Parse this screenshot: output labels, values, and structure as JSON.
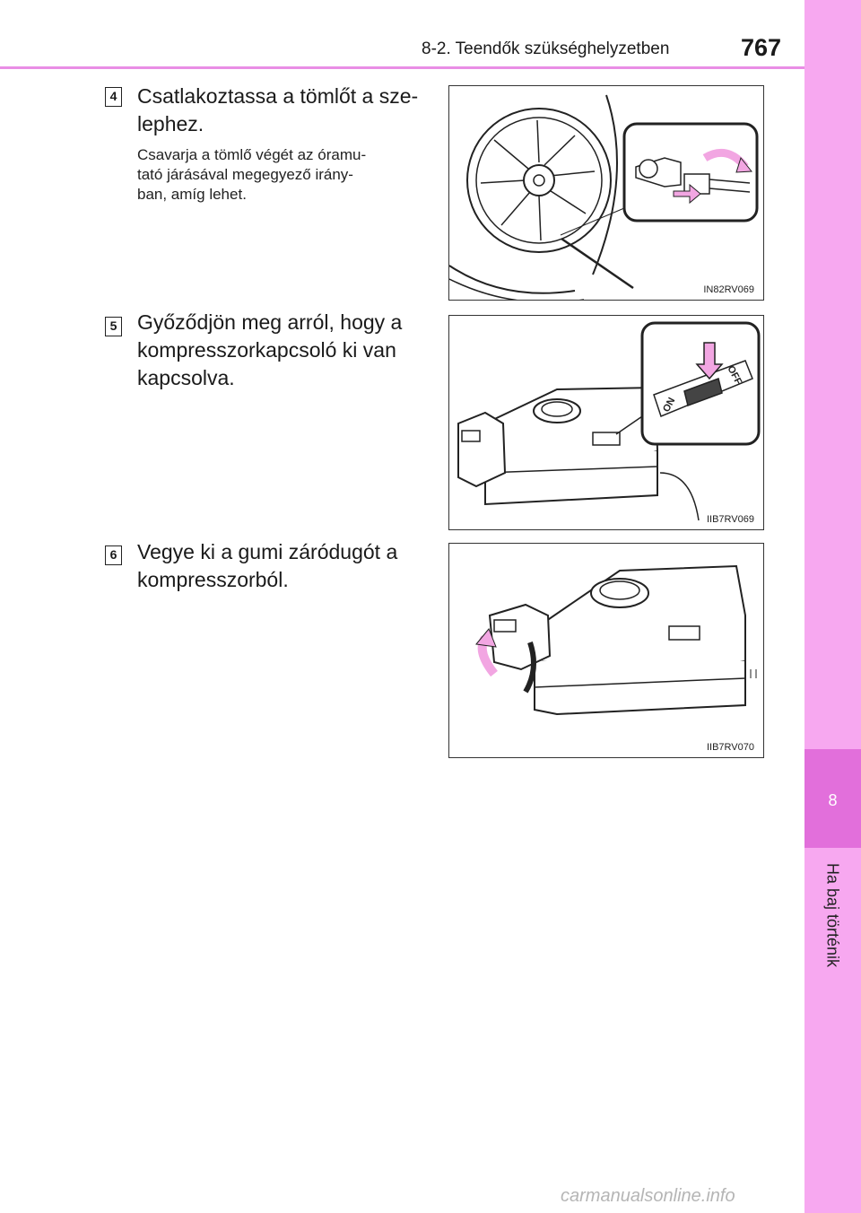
{
  "header": {
    "section_title": "8-2. Teendők szükséghelyzetben",
    "page_number": "767"
  },
  "side_tab": {
    "chapter_number": "8",
    "chapter_label": "Ha baj történik"
  },
  "steps": [
    {
      "number": "4",
      "text_line1": "Csatlakoztassa a tömlőt a sze-",
      "text_line2": "lephez.",
      "sub_line1": "Csavarja a tömlő végét az óramu-",
      "sub_line2": "tató járásával megegyező irány-",
      "sub_line3": "ban, amíg lehet.",
      "figure_code": "IN82RV069"
    },
    {
      "number": "5",
      "text_line1": "Győződjön meg arról, hogy a",
      "text_line2": "kompresszorkapcsoló ki van",
      "text_line3": "kapcsolva.",
      "figure_code": "IIB7RV069",
      "switch_on": "ON",
      "switch_off": "OFF"
    },
    {
      "number": "6",
      "text_line1": "Vegye ki a gumi záródugót a",
      "text_line2": "kompresszorból.",
      "figure_code": "IIB7RV070"
    }
  ],
  "footer": {
    "watermark": "carmanualsonline.info"
  },
  "colors": {
    "accent_pink": "#e26fdb",
    "tab_pink": "#f7a8f0",
    "arrow_pink": "#f2a6e2"
  }
}
